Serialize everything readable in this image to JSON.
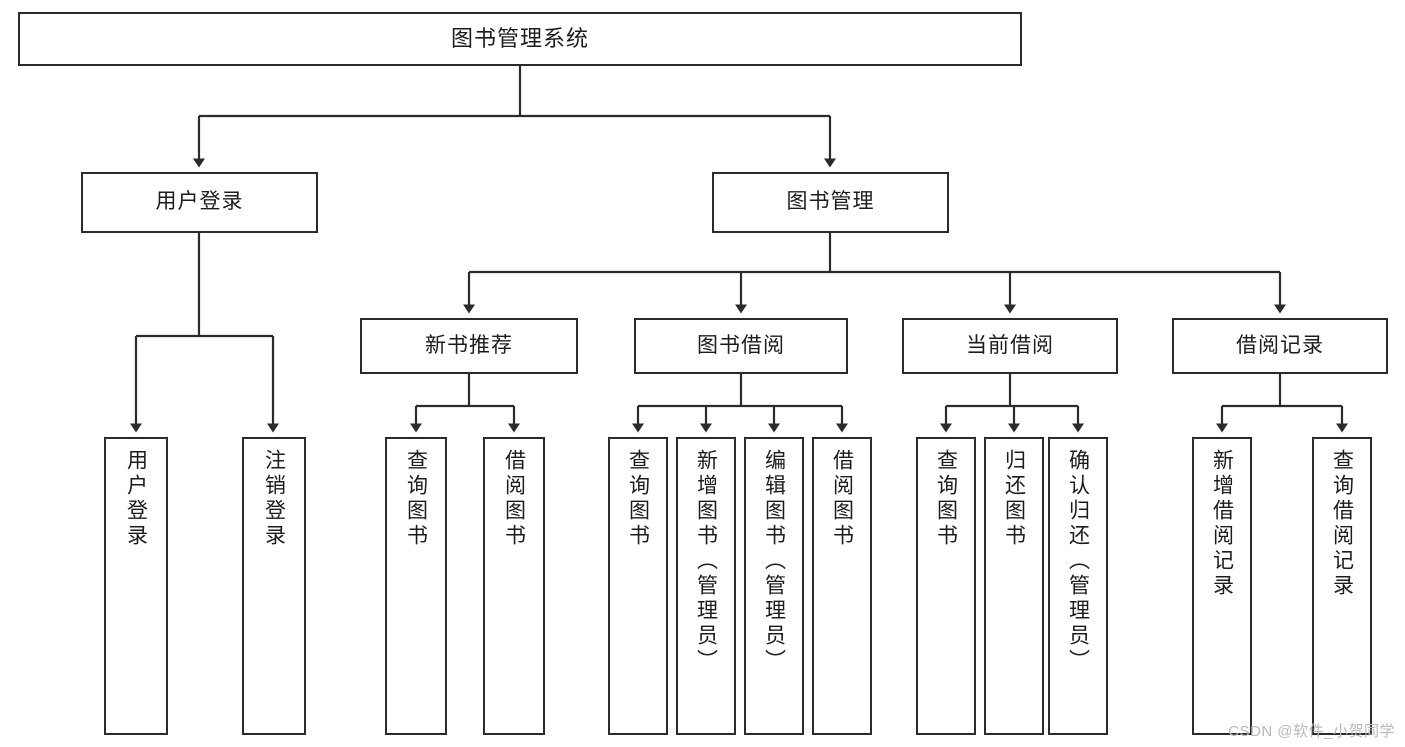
{
  "diagram": {
    "title": "图书管理系统",
    "type": "hierarchy-tree",
    "watermark": "CSDN @软件_小贺同学",
    "colors": {
      "stroke": "#2b2b2b",
      "fill": "#ffffff",
      "text": "#1c1c1c",
      "watermark": "#b9b9b9"
    },
    "nodes": {
      "root": {
        "label": "图书管理系统"
      },
      "level2": [
        {
          "label": "用户登录"
        },
        {
          "label": "图书管理"
        }
      ],
      "level3": [
        {
          "label": "新书推荐"
        },
        {
          "label": "图书借阅"
        },
        {
          "label": "当前借阅"
        },
        {
          "label": "借阅记录"
        }
      ],
      "leaves": {
        "user_login": [
          {
            "label": "用户登录"
          },
          {
            "label": "注销登录"
          }
        ],
        "new_book": [
          {
            "label": "查询图书"
          },
          {
            "label": "借阅图书"
          }
        ],
        "book_borrow": [
          {
            "label": "查询图书"
          },
          {
            "label": "新增图书（管理员）"
          },
          {
            "label": "编辑图书（管理员）"
          },
          {
            "label": "借阅图书"
          }
        ],
        "current_borrow": [
          {
            "label": "查询图书"
          },
          {
            "label": "归还图书"
          },
          {
            "label": "确认归还（管理员）"
          }
        ],
        "borrow_record": [
          {
            "label": "新增借阅记录"
          },
          {
            "label": "查询借阅记录"
          }
        ]
      }
    }
  }
}
